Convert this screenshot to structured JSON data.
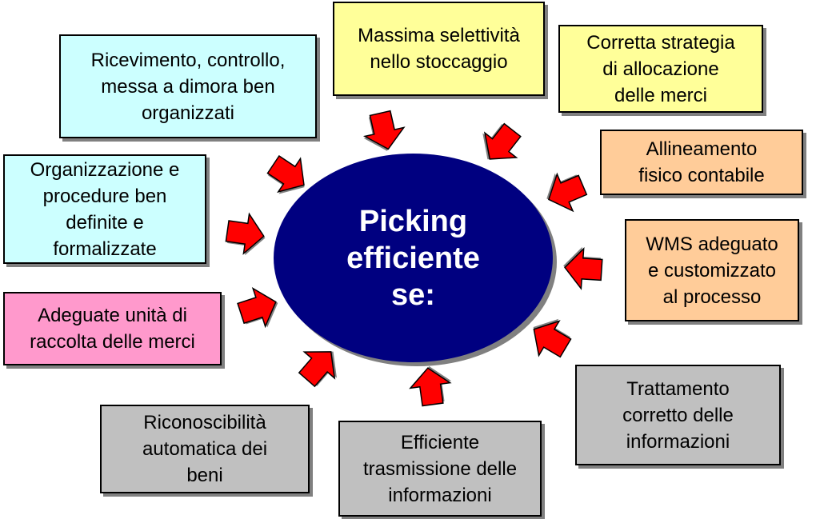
{
  "center": {
    "label": "Picking\nefficiente\nse:"
  },
  "boxes": [
    {
      "id": "ricevimento",
      "text": "Ricevimento, controllo,\nmessa a dimora ben\norganizzati",
      "color": "#ccffff"
    },
    {
      "id": "selettivita",
      "text": "Massima selettività\nnello stoccaggio",
      "color": "#ffff99"
    },
    {
      "id": "allocazione",
      "text": "Corretta strategia\ndi allocazione\ndelle merci",
      "color": "#ffff99"
    },
    {
      "id": "allineamento",
      "text": "Allineamento\nfisico contabile",
      "color": "#ffcc99"
    },
    {
      "id": "organizzazione",
      "text": "Organizzazione e\nprocedure ben\ndefinite e\nformalizzate",
      "color": "#ccffff"
    },
    {
      "id": "wms",
      "text": "WMS adeguato\ne customizzato\nal processo",
      "color": "#ffcc99"
    },
    {
      "id": "unita",
      "text": "Adeguate unità di\nraccolta delle merci",
      "color": "#ff99cc"
    },
    {
      "id": "trattamento",
      "text": "Trattamento\ncorretto delle\ninformazioni",
      "color": "#c0c0c0"
    },
    {
      "id": "riconoscibilita",
      "text": "Riconoscibilità\nautomatica dei\nbeni",
      "color": "#c0c0c0"
    },
    {
      "id": "trasmissione",
      "text": "Efficiente\ntrasmissione delle\ninformazioni",
      "color": "#c0c0c0"
    }
  ],
  "colors": {
    "ellipse": "#000080",
    "ellipse_text": "#ffffff",
    "arrow_fill": "#ff0000",
    "arrow_stroke": "#000000",
    "shadow": "#808080"
  }
}
